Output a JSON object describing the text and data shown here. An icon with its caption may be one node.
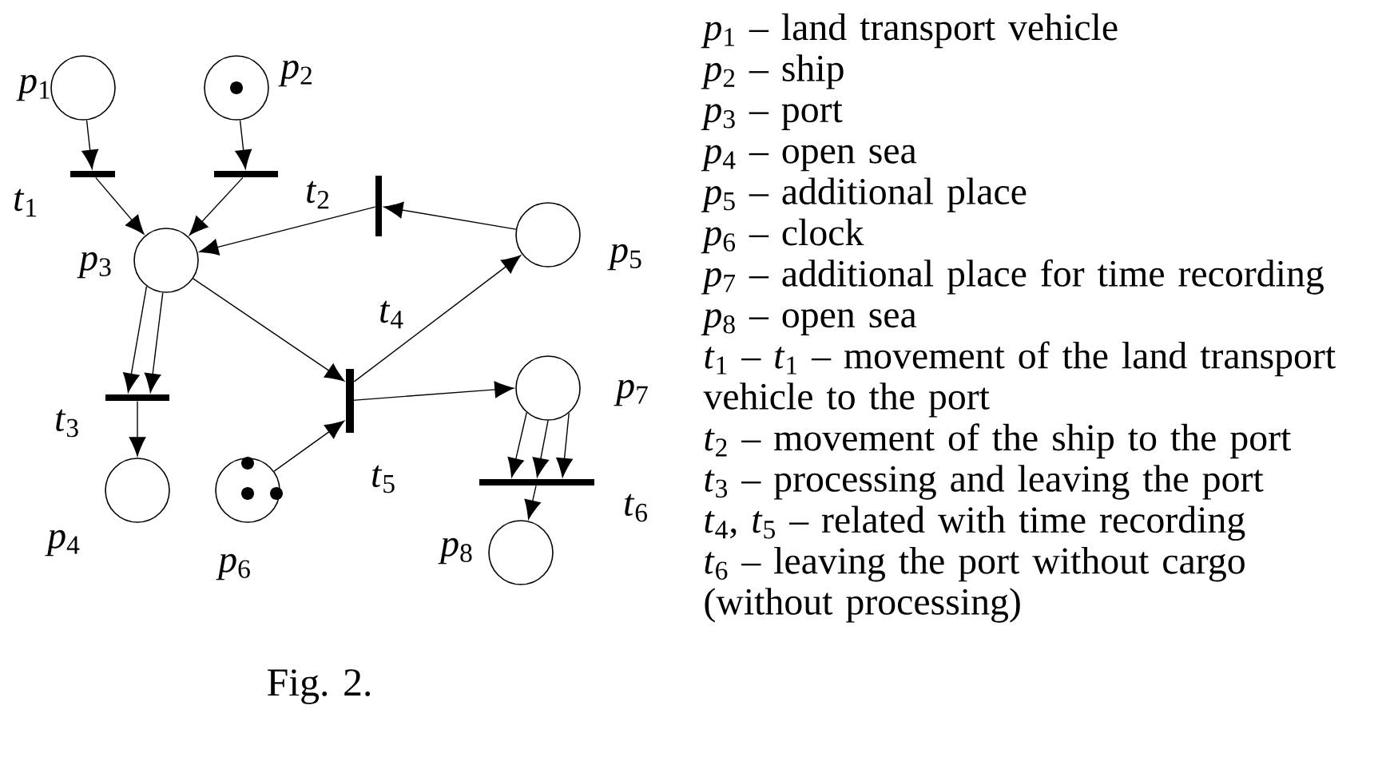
{
  "diagram": {
    "caption": "Fig. 2.",
    "nodes": [
      {
        "text": [],
        "shape": "circle",
        "beside": [
          "*p*$_{1}$"
        ]
      },
      {
        "text": [],
        "shape": "circle",
        "beside": [
          "*p*$_{2}$"
        ]
      },
      {
        "text": [],
        "shape": "bar",
        "beside": [
          "*t*$_{1}$"
        ]
      },
      {
        "text": [],
        "shape": "bar"
      },
      {
        "text": [],
        "shape": "bar",
        "beside": [
          "*t*$_{2}$"
        ]
      },
      {
        "text": [],
        "shape": "circle",
        "beside": [
          "*p*$_{3}$"
        ]
      },
      {
        "text": [],
        "shape": "circle",
        "beside": [
          "*p*$_{5}$"
        ]
      },
      {
        "text": [],
        "shape": "bar",
        "beside": [
          "*t*$_{4}$"
        ]
      },
      {
        "text": [],
        "shape": "bar",
        "beside": [
          "*t*$_{3}$"
        ]
      },
      {
        "text": [],
        "shape": "bar",
        "beside": [
          "*t*$_{5}$"
        ]
      },
      {
        "text": [],
        "shape": "circle",
        "beside": [
          "*p*$_{7}$"
        ]
      },
      {
        "text": [],
        "shape": "bar",
        "beside": [
          "*t*$_{6}$"
        ]
      },
      {
        "text": [],
        "shape": "circle",
        "beside": [
          "*p*$_{4}$"
        ]
      },
      {
        "text": [],
        "shape": "circle",
        "beside": [
          "*p*$_{6}$"
        ]
      },
      {
        "text": [],
        "shape": "circle",
        "beside": [
          "*p*$_{8}$"
        ]
      }
    ],
    "edges": [
      {
        "from": 0,
        "to": 2,
        "arrow": "to"
      },
      {
        "from": 1,
        "to": 3,
        "arrow": "to"
      },
      {
        "from": 2,
        "to": 5,
        "arrow": "to"
      },
      {
        "from": 3,
        "to": 5,
        "arrow": "to"
      },
      {
        "from": 6,
        "to": 4,
        "arrow": "to"
      },
      {
        "from": 4,
        "to": 5,
        "arrow": "to"
      },
      {
        "from": 5,
        "to": 8,
        "arrow": "to"
      },
      {
        "from": 5,
        "to": 8,
        "arrow": "to"
      },
      {
        "from": 8,
        "to": 12,
        "arrow": "to"
      },
      {
        "from": 5,
        "to": 7,
        "arrow": "to"
      },
      {
        "from": 7,
        "to": 6,
        "arrow": "to"
      },
      {
        "from": 13,
        "to": 9,
        "arrow": "to"
      },
      {
        "from": 9,
        "to": 10,
        "arrow": "to"
      },
      {
        "from": 10,
        "to": 11,
        "arrow": "to"
      },
      {
        "from": 10,
        "to": 11,
        "arrow": "to"
      },
      {
        "from": 10,
        "to": 11,
        "arrow": "to"
      },
      {
        "from": 11,
        "to": 14,
        "arrow": "to"
      }
    ],
    "labels": [
      "*p*$_{1}$ – land transport vehicle",
      "*p*$_{2}$ – ship",
      "*p*$_{3}$ – port",
      "*p*$_{4}$ – open sea",
      "*p*$_{5}$ – additional place",
      "*p*$_{6}$ – clock",
      "*p*$_{7}$ – additional place for time recording",
      "*p*$_{8}$ – open sea",
      "*t*$_{1}$ – *t*$_{1}$ – movement of the land transport vehicle to the port",
      "*t*$_{2}$ – movement of the ship to the port",
      "*t*$_{3}$ – processing and leaving the port",
      "*t*$_{4}$, *t*$_{5}$ – related with time recording",
      "*t*$_{6}$ – leaving the port without cargo (without processing)"
    ]
  }
}
